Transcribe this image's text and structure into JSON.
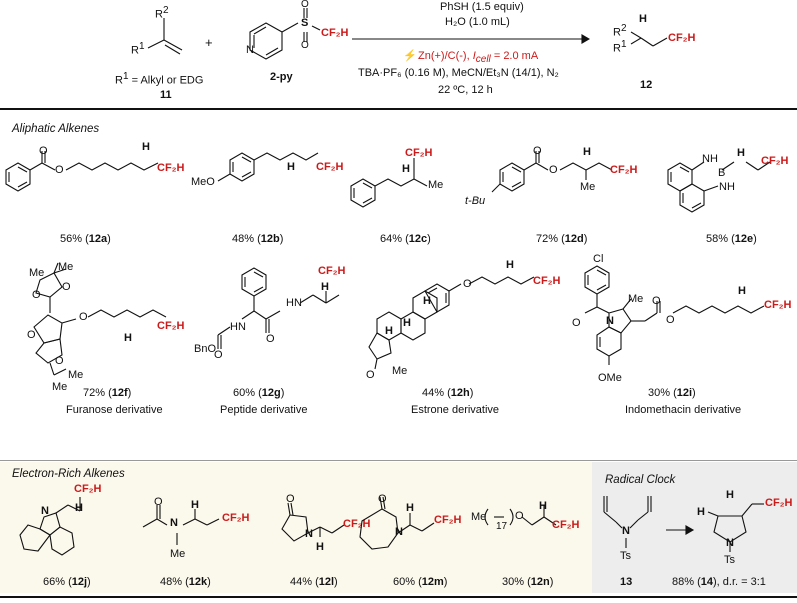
{
  "scheme": {
    "alkene_r2": "R",
    "alkene_r2_sup": "2",
    "alkene_r1": "R",
    "alkene_r1_sup": "1",
    "r1_def": "R",
    "r1_def_sup": "1",
    "r1_def_rest": " = Alkyl or EDG",
    "plus": "+",
    "sulfone_label_s": "S",
    "sulfone_o1": "O",
    "sulfone_o2": "O",
    "sulfone_cf2h": "CF₂H",
    "pyridine_n": "N",
    "cpd11": "11",
    "cpd2py": "2-py",
    "cond_line1": "PhSH (1.5 equiv)",
    "cond_line2": "H₂O (1.0 mL)",
    "cond_line3a": "Zn(+)/C(-), ",
    "cond_line3b": "I",
    "cond_line3c": "cell",
    "cond_line3d": " = 2.0 mA",
    "cond_line4": "TBA·PF₆ (0.16 M), MeCN/Et₃N (14/1), N₂",
    "cond_line5": "22 ºC, 12 h",
    "prod_r2": "R",
    "prod_r2_sup": "2",
    "prod_r1": "R",
    "prod_r1_sup": "1",
    "prod_h": "H",
    "prod_cf2h": "CF₂H",
    "cpd12": "12",
    "bolt_icon": "lightning-bolt-icon"
  },
  "sections": {
    "aliphatic": "Aliphatic Alkenes",
    "electron_rich": "Electron-Rich Alkenes",
    "radical_clock": "Radical Clock"
  },
  "atoms": {
    "o": "O",
    "h": "H",
    "cf2h": "CF₂H",
    "meo": "MeO",
    "me": "Me",
    "tbu": "t-Bu",
    "nh": "NH",
    "b": "B",
    "n": "N",
    "cl": "Cl",
    "hn": "HN",
    "bno": "BnO",
    "ome": "OMe",
    "me17": "Me",
    "sub17": "17",
    "ts": "Ts"
  },
  "yields": {
    "12a": {
      "pct": "56% (",
      "id": "12a",
      "close": ")"
    },
    "12b": {
      "pct": "48% (",
      "id": "12b",
      "close": ")"
    },
    "12c": {
      "pct": "64% (",
      "id": "12c",
      "close": ")"
    },
    "12d": {
      "pct": "72% (",
      "id": "12d",
      "close": ")"
    },
    "12e": {
      "pct": "58% (",
      "id": "12e",
      "close": ")"
    },
    "12f": {
      "pct": "72% (",
      "id": "12f",
      "close": ")"
    },
    "12g": {
      "pct": "60% (",
      "id": "12g",
      "close": ")"
    },
    "12h": {
      "pct": "44% (",
      "id": "12h",
      "close": ")"
    },
    "12i": {
      "pct": "30% (",
      "id": "12i",
      "close": ")"
    },
    "12j": {
      "pct": "66% (",
      "id": "12j",
      "close": ")"
    },
    "12k": {
      "pct": "48% (",
      "id": "12k",
      "close": ")"
    },
    "12l": {
      "pct": "44% (",
      "id": "12l",
      "close": ")"
    },
    "12m": {
      "pct": "60% (",
      "id": "12m",
      "close": ")"
    },
    "12n": {
      "pct": "30% (",
      "id": "12n",
      "close": ")"
    },
    "14": {
      "pct": "88% (",
      "id": "14",
      "close": "), d.r. = 3:1"
    }
  },
  "captions": {
    "12f": "Furanose derivative",
    "12g": "Peptide derivative",
    "12h": "Estrone derivative",
    "12i": "Indomethacin derivative"
  },
  "cpd13": "13"
}
